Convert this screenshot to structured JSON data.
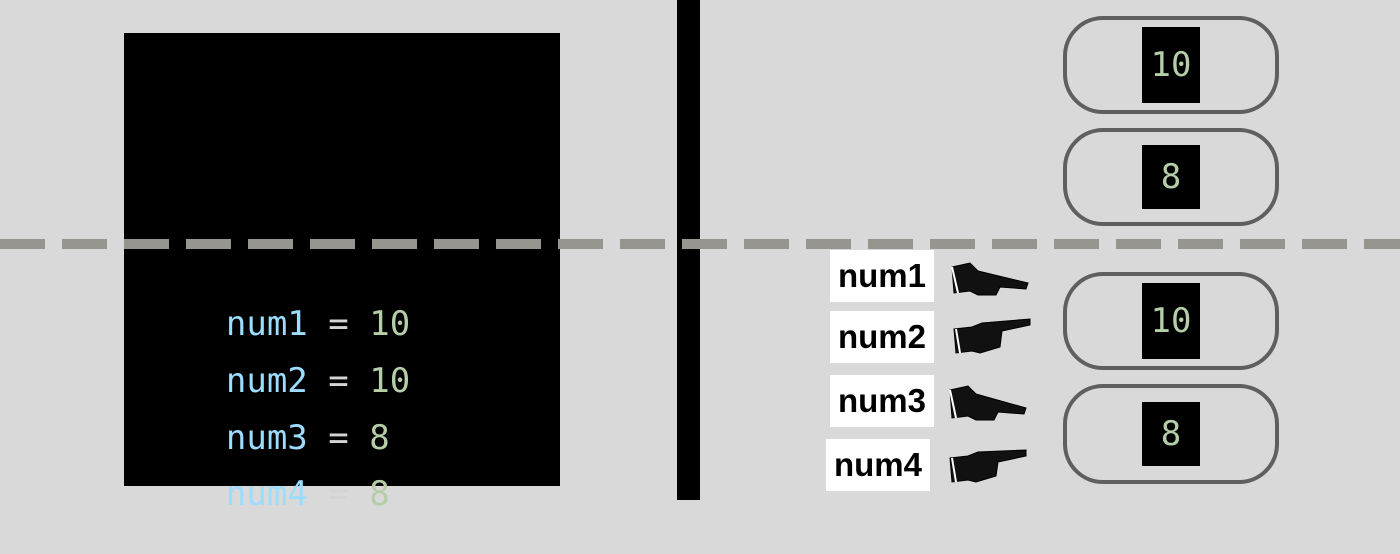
{
  "code": [
    {
      "var": "num1",
      "op": "=",
      "value": "10"
    },
    {
      "var": "num2",
      "op": "=",
      "value": "10"
    },
    {
      "var": "num3",
      "op": "=",
      "value": "8"
    },
    {
      "var": "num4",
      "op": "=",
      "value": "8"
    }
  ],
  "memory_top": [
    "10",
    "8"
  ],
  "memory_bottom": [
    "10",
    "8"
  ],
  "labels": [
    "num1",
    "num2",
    "num3",
    "num4"
  ],
  "icons": {
    "pointer": "pointing-hand-icon"
  },
  "colors": {
    "background": "#d9d9d9",
    "panel": "#000000",
    "variable": "#9cdcfe",
    "number": "#b5cea8",
    "pill_border": "#5f5f5f",
    "dash": "#969590"
  }
}
